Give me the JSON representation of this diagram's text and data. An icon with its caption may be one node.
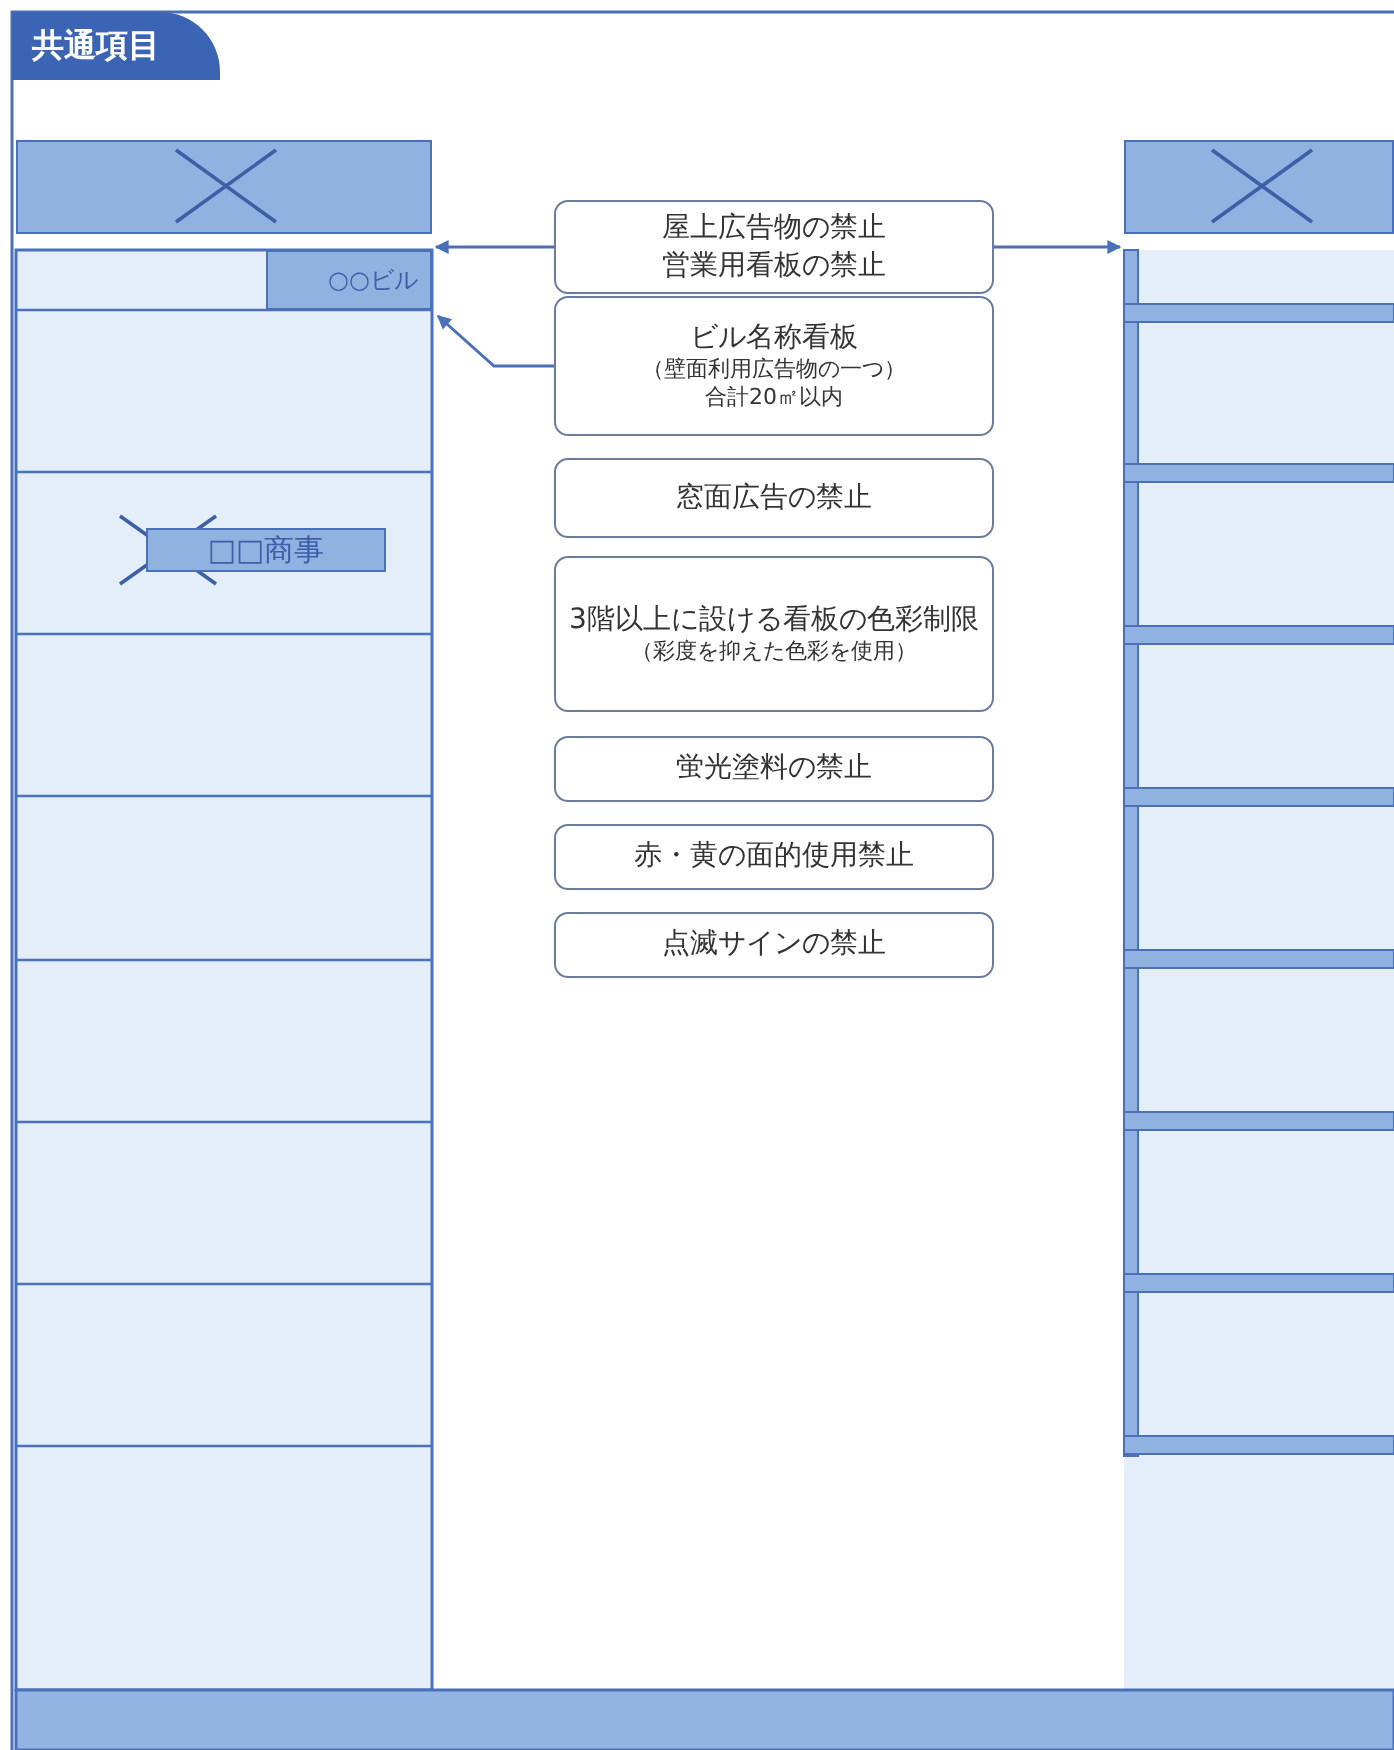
{
  "diagram": {
    "title": "共通項目",
    "nodes": [
      {
        "text": [],
        "shape": "box"
      },
      {
        "text": [],
        "shape": "box"
      },
      {
        "text": [
          "屋上広告物の禁止",
          "営業用看板の禁止"
        ]
      },
      {
        "text": [
          "○○ビル"
        ]
      },
      {
        "text": [
          "ビル名称看板",
          "（壁面利用広告物の一つ）",
          "合計20㎡以内"
        ]
      },
      {
        "text": [
          "□□商事"
        ]
      },
      {
        "text": [
          "窓面広告の禁止"
        ]
      },
      {
        "text": [
          "3階以上に設ける看板の色彩制限",
          "（彩度を抑えた色彩を使用）"
        ]
      },
      {
        "text": [
          "蛍光塗料の禁止"
        ]
      },
      {
        "text": [
          "赤・黄の面的使用禁止"
        ]
      },
      {
        "text": [
          "点滅サインの禁止"
        ]
      }
    ],
    "edges": [
      {
        "from": 2,
        "to": 0,
        "arrow": "to"
      },
      {
        "from": 2,
        "to": 1,
        "arrow": "to"
      },
      {
        "from": 4,
        "to": 3,
        "arrow": "to"
      }
    ]
  }
}
